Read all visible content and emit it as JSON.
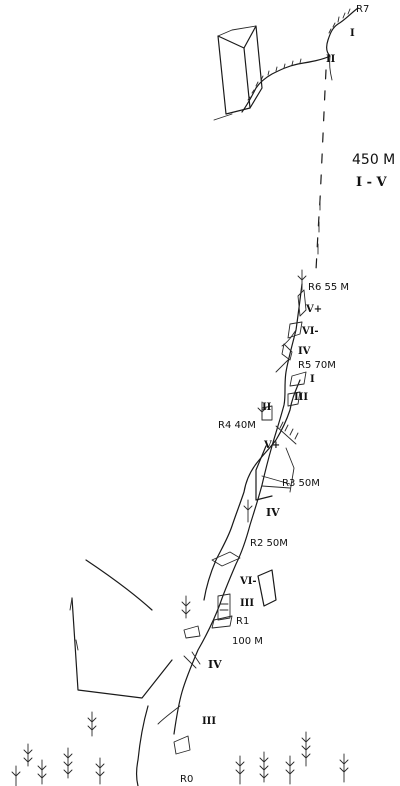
{
  "summary": {
    "height": "450 M",
    "grades": "I - V"
  },
  "stations": {
    "r7": "R7",
    "r6": "R6 55 M",
    "r5": "R5 70M",
    "r4": "R4 40M",
    "r3": "R3 50M",
    "r2": "R2 50M",
    "r1": "R1",
    "r1_len": "100 M",
    "r0": "R0"
  },
  "grades": {
    "top_1": "I",
    "top_2": "II",
    "p1": "V+",
    "p2": "VI-",
    "p3": "IV",
    "p4": "I",
    "p5": "III",
    "p6": "II",
    "p7": "V+",
    "p8": "IV",
    "p9": "VI-",
    "p10": "III",
    "p11": "IV",
    "p12": "III"
  }
}
